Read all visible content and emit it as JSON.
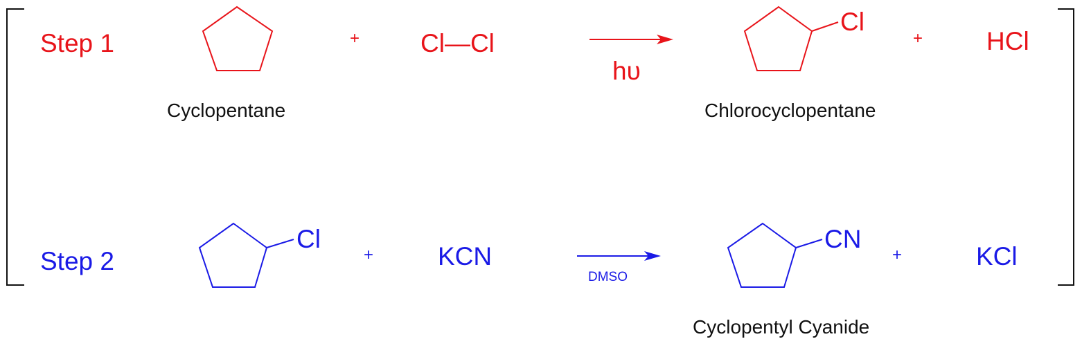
{
  "colors": {
    "step1": "#e8141a",
    "step2": "#1a1ae6",
    "labels": "#111111"
  },
  "step1": {
    "label": "Step 1",
    "reactant1_name": "Cyclopentane",
    "plus1": "+",
    "reactant2": "Cl—Cl",
    "condition": "hυ",
    "product_substituent": "Cl",
    "product_name": "Chlorocyclopentane",
    "plus2": "+",
    "byproduct": "HCl"
  },
  "step2": {
    "label": "Step 2",
    "reactant1_substituent": "Cl",
    "plus1": "+",
    "reactant2": "KCN",
    "condition": "DMSO",
    "product_substituent": "CN",
    "product_name": "Cyclopentyl Cyanide",
    "plus2": "+",
    "byproduct": "KCl"
  }
}
